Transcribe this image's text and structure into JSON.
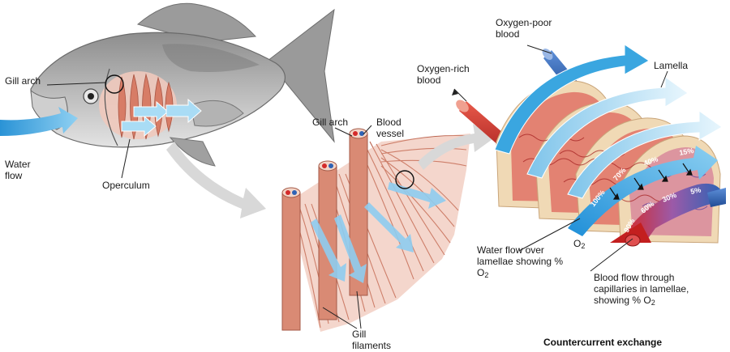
{
  "title": "Countercurrent exchange",
  "labels": {
    "gill_arch_fish": "Gill arch",
    "water_flow": "Water flow",
    "operculum": "Operculum",
    "gill_arch_detail": "Gill arch",
    "blood_vessel": "Blood vessel",
    "gill_filaments": "Gill filaments",
    "oxygen_poor_blood": "Oxygen-poor blood",
    "oxygen_rich_blood": "Oxygen-rich blood",
    "lamella": "Lamella",
    "o2": "O",
    "o2_sub": "2",
    "water_flow_lamellae": "Water flow over lamellae showing % O",
    "water_flow_lamellae_sub": "2",
    "blood_flow_capillaries": "Blood flow through capillaries in lamellae, showing % O",
    "blood_flow_capillaries_sub": "2"
  },
  "water_percentages": [
    "100%",
    "70%",
    "40%",
    "15%"
  ],
  "blood_percentages": [
    "90%",
    "60%",
    "30%",
    "5%"
  ],
  "colors": {
    "water": "#3aa6e0",
    "water_light": "#bfe3f7",
    "blood_oxygen_rich": "#d42a2a",
    "blood_oxygen_poor": "#2f63b5",
    "gill_tissue": "#e49a86",
    "fish_body": "#a9a9a9"
  }
}
